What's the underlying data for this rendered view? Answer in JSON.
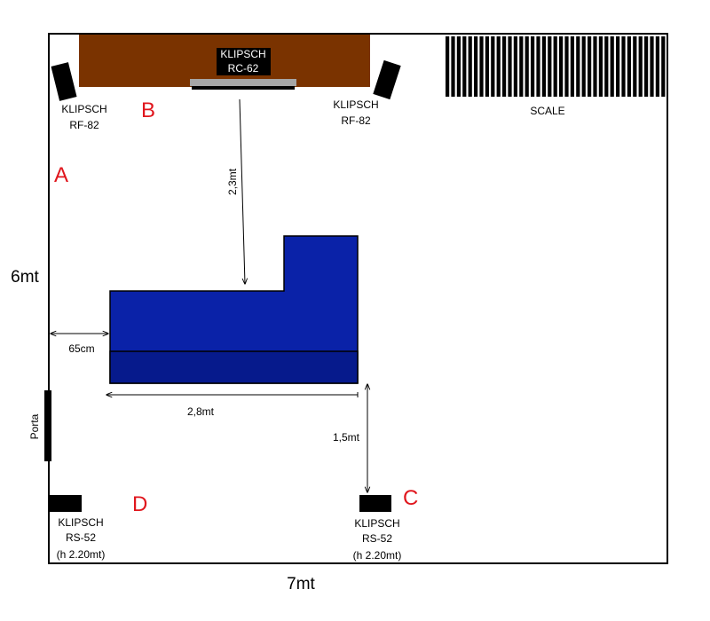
{
  "room": {
    "width_label": "7mt",
    "height_label": "6mt"
  },
  "door": {
    "label": "Porta"
  },
  "tv_stand": {
    "center_speaker": {
      "line1": "KLIPSCH",
      "line2": "RC-62"
    }
  },
  "front_left": {
    "line1": "KLIPSCH",
    "line2": "RF-82"
  },
  "front_right": {
    "line1": "KLIPSCH",
    "line2": "RF-82"
  },
  "stairs": {
    "label": "SCALE"
  },
  "rear_left": {
    "line1": "KLIPSCH",
    "line2": "RS-52",
    "line3": "(h 2.20mt)"
  },
  "rear_right": {
    "line1": "KLIPSCH",
    "line2": "RS-52",
    "line3": "(h 2.20mt)"
  },
  "zones": {
    "a": "A",
    "b": "B",
    "c": "C",
    "d": "D"
  },
  "dimensions": {
    "tv_to_sofa": "2,3mt",
    "wall_to_sofa": "65cm",
    "sofa_width": "2,8mt",
    "sofa_to_rear": "1,5mt"
  },
  "colors": {
    "tv_stand": "#7a3300",
    "sofa": "#0a22a8",
    "sofa_seat": "#061a8c",
    "speaker": "#000000",
    "zone_letters": "#e0161d",
    "tv_screen": "#a6a6a6"
  }
}
